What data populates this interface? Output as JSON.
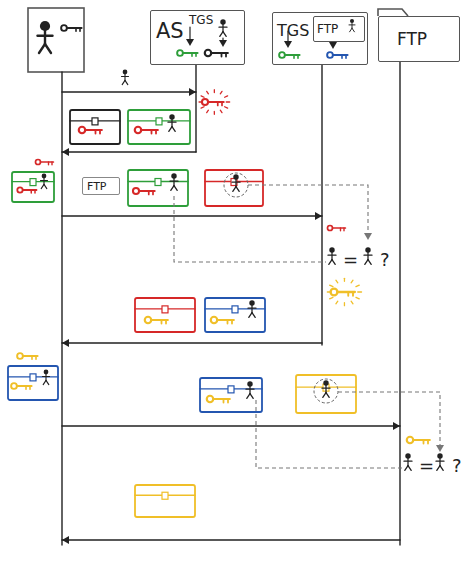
{
  "diagram": {
    "nodes": [
      {
        "text": [
          "AS",
          "TGS"
        ]
      },
      {
        "text": [
          "TGS"
        ]
      },
      {
        "text": [
          "FTP"
        ],
        "in": 1
      },
      {
        "text": [
          "FTP"
        ]
      },
      {
        "text": [
          "FTP"
        ]
      }
    ],
    "labels": [
      "=",
      "?",
      "=",
      "?"
    ]
  }
}
